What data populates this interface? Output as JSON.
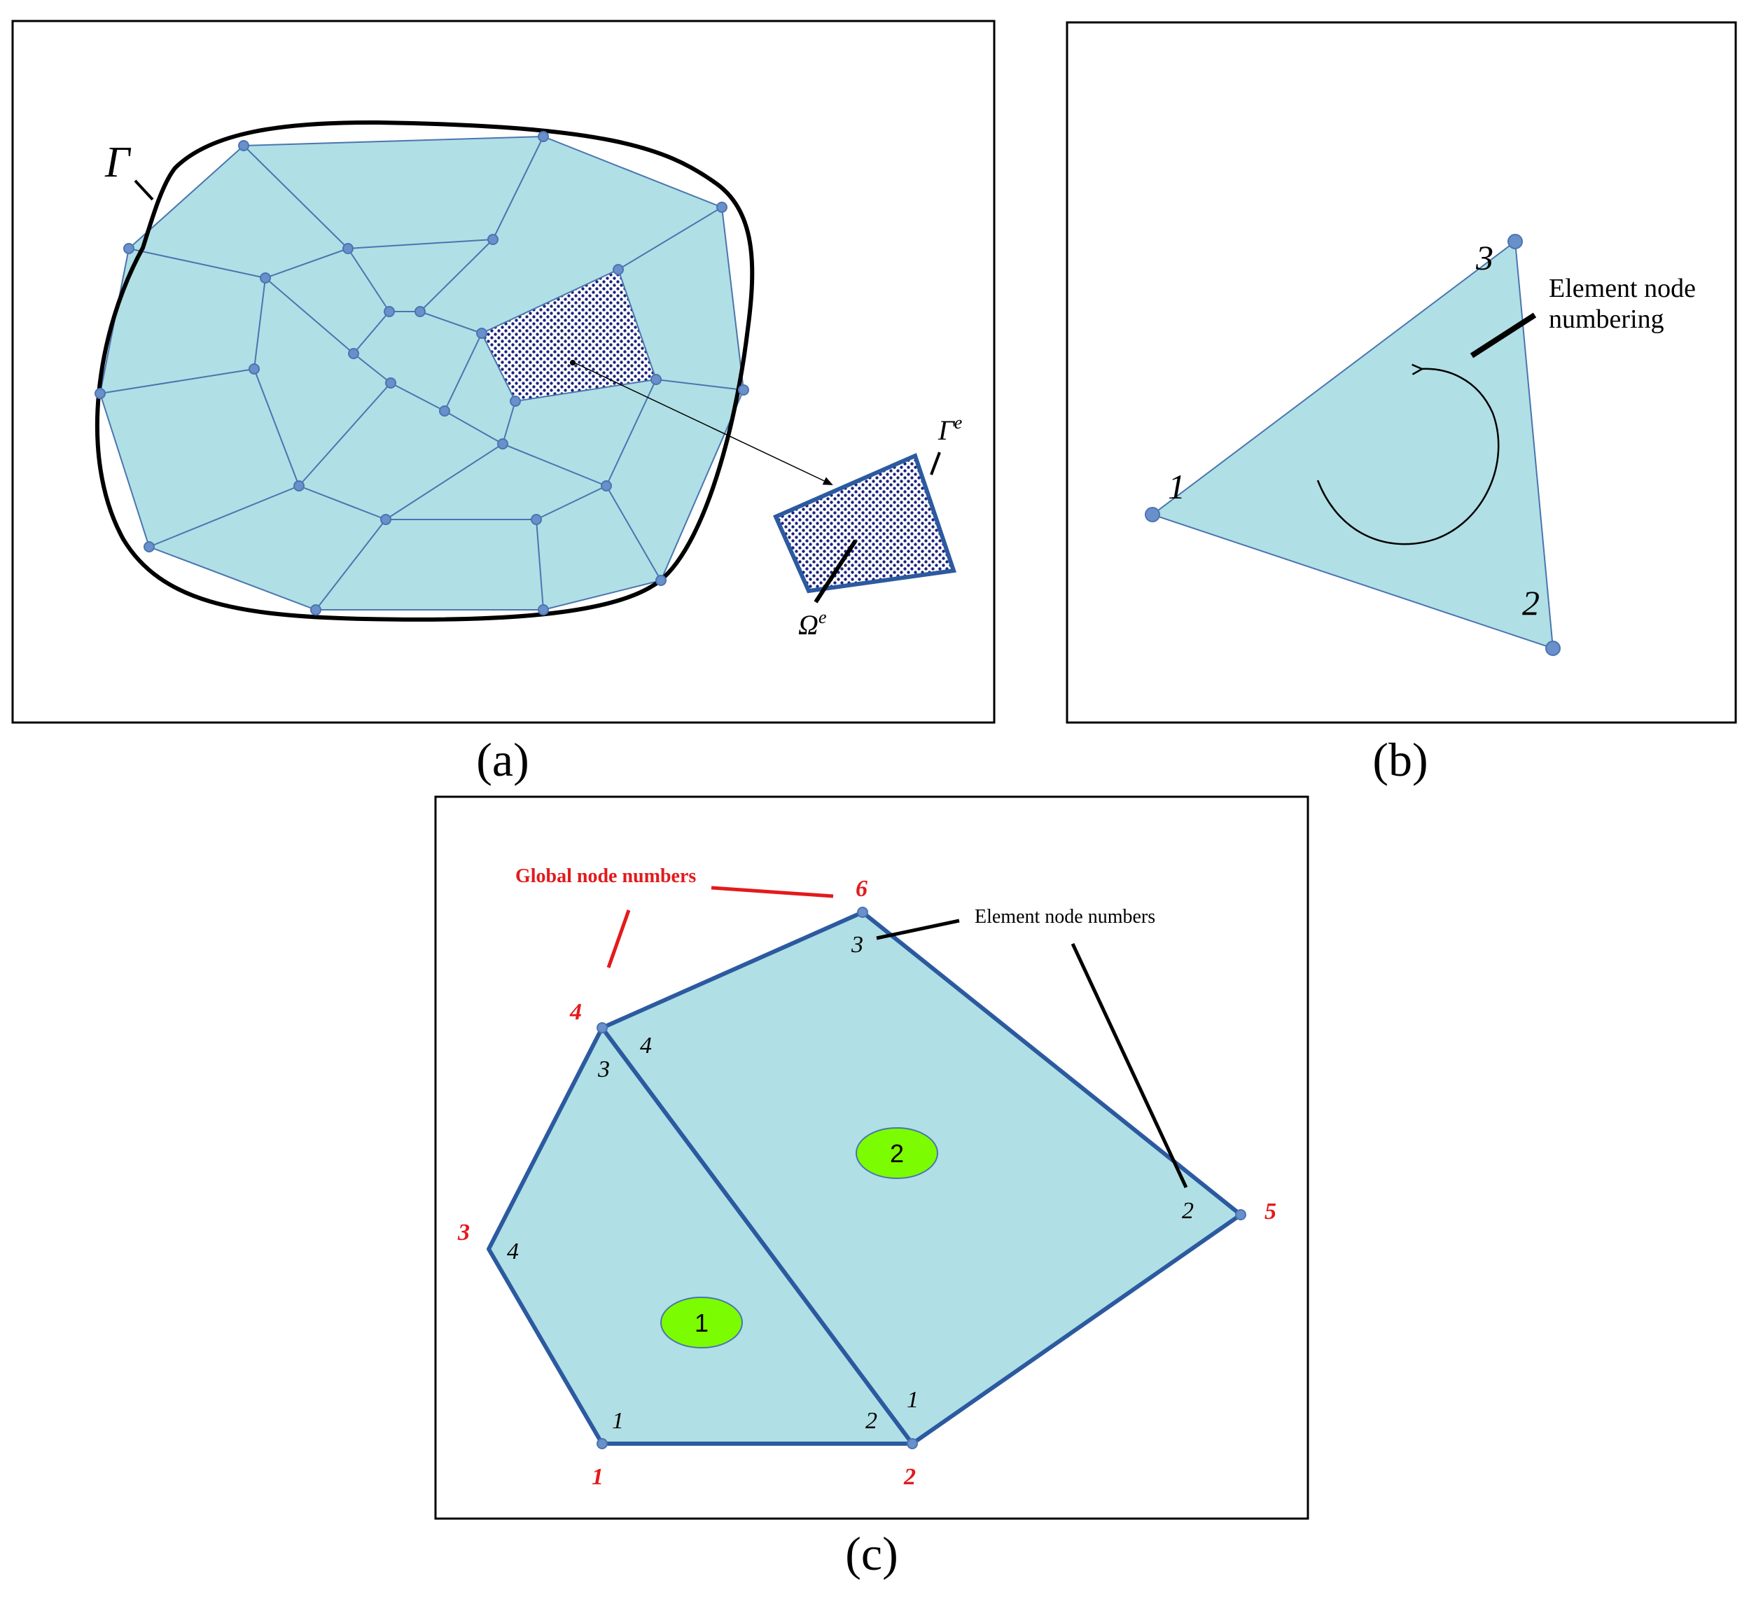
{
  "colors": {
    "fill": "#b0dfe5",
    "edge": "#4a75b0",
    "node": "#6a90cc",
    "red": "#e31a1c",
    "green": "#7cfc00",
    "border": "#000000"
  },
  "panel_a": {
    "caption": "(a)",
    "boundary_label": "Γ",
    "element_boundary_label": "Γ",
    "element_boundary_sup": "e",
    "element_domain_label": "Ω",
    "element_domain_sup": "e"
  },
  "panel_b": {
    "caption": "(b)",
    "node_labels": [
      "1",
      "2",
      "3"
    ],
    "annotation_line1": "Element node",
    "annotation_line2": "numbering"
  },
  "panel_c": {
    "caption": "(c)",
    "global_label": "Global node numbers",
    "element_label": "Element node numbers",
    "element_ids": [
      "1",
      "2"
    ],
    "global_nodes": [
      "1",
      "2",
      "3",
      "4",
      "5",
      "6"
    ],
    "element1_local": [
      "1",
      "2",
      "3",
      "4"
    ],
    "element2_local": [
      "1",
      "2",
      "3",
      "4"
    ]
  }
}
